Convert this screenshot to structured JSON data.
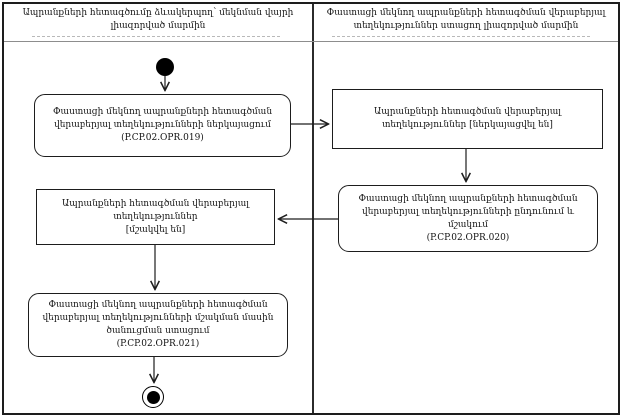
{
  "diagram": {
    "type": "activity-swimlane",
    "lanes": {
      "left": {
        "title": "Ապրանքների հետագծումը ձևակերպող՝ մեկնման վայրի լիազորված մարմին",
        "title_lines": [
          "Ապրանքների հետագծումը ձևակերպող՝ մեկնման վայրի",
          "լիազորված մարմին"
        ]
      },
      "right": {
        "title": "Փաստացի մեկնող ապրանքների հետագծման վերաբերյալ տեղեկություններ ստացող լիազորված մարմին",
        "title_lines": [
          "Փաստացի մեկնող ապրանքների հետագծման վերաբերյալ",
          "տեղեկություններ ստացող լիազորված մարմին"
        ]
      }
    },
    "nodes": {
      "start": {
        "type": "initial"
      },
      "op19": {
        "type": "action",
        "lane": "left",
        "code": "P.CP.02.OPR.019",
        "lines": [
          "Փաստացի մեկնող ապրանքների հետագծման",
          "վերաբերյալ տեղեկությունների ներկայացում",
          "(P.CP.02.OPR.019)"
        ]
      },
      "state_submitted": {
        "type": "object-state",
        "lane": "right",
        "lines": [
          "Ապրանքների հետագծման վերաբերյալ",
          "տեղեկություններ [ներկայացվել են]"
        ]
      },
      "op20": {
        "type": "action",
        "lane": "right",
        "code": "P.CP.02.OPR.020",
        "lines": [
          "Փաստացի մեկնող ապրանքների հետագծման",
          "վերաբերյալ տեղեկությունների ընդունում և",
          "մշակում",
          "(P.CP.02.OPR.020)"
        ]
      },
      "state_processed": {
        "type": "object-state",
        "lane": "left",
        "lines": [
          "Ապրանքների հետագծման վերաբերյալ",
          "տեղեկություններ",
          "[մշակվել են]"
        ]
      },
      "op21": {
        "type": "action",
        "lane": "left",
        "code": "P.CP.02.OPR.021",
        "lines": [
          "Փաստացի մեկնող ապրանքների հետագծման",
          "վերաբերյալ տեղեկությունների մշակման մասին",
          "ծանուցման ստացում",
          "(P.CP.02.OPR.021)"
        ]
      },
      "end": {
        "type": "final"
      }
    },
    "flow": [
      "start -> op19",
      "op19 -> state_submitted",
      "state_submitted -> op20",
      "op20 -> state_processed",
      "state_processed -> op21",
      "op21 -> end"
    ],
    "colors": {
      "line": "#1d1d1d",
      "background": "#ffffff",
      "header_separator": "#8d8d8d",
      "artifact_dashes": "#b9b9b9"
    }
  }
}
